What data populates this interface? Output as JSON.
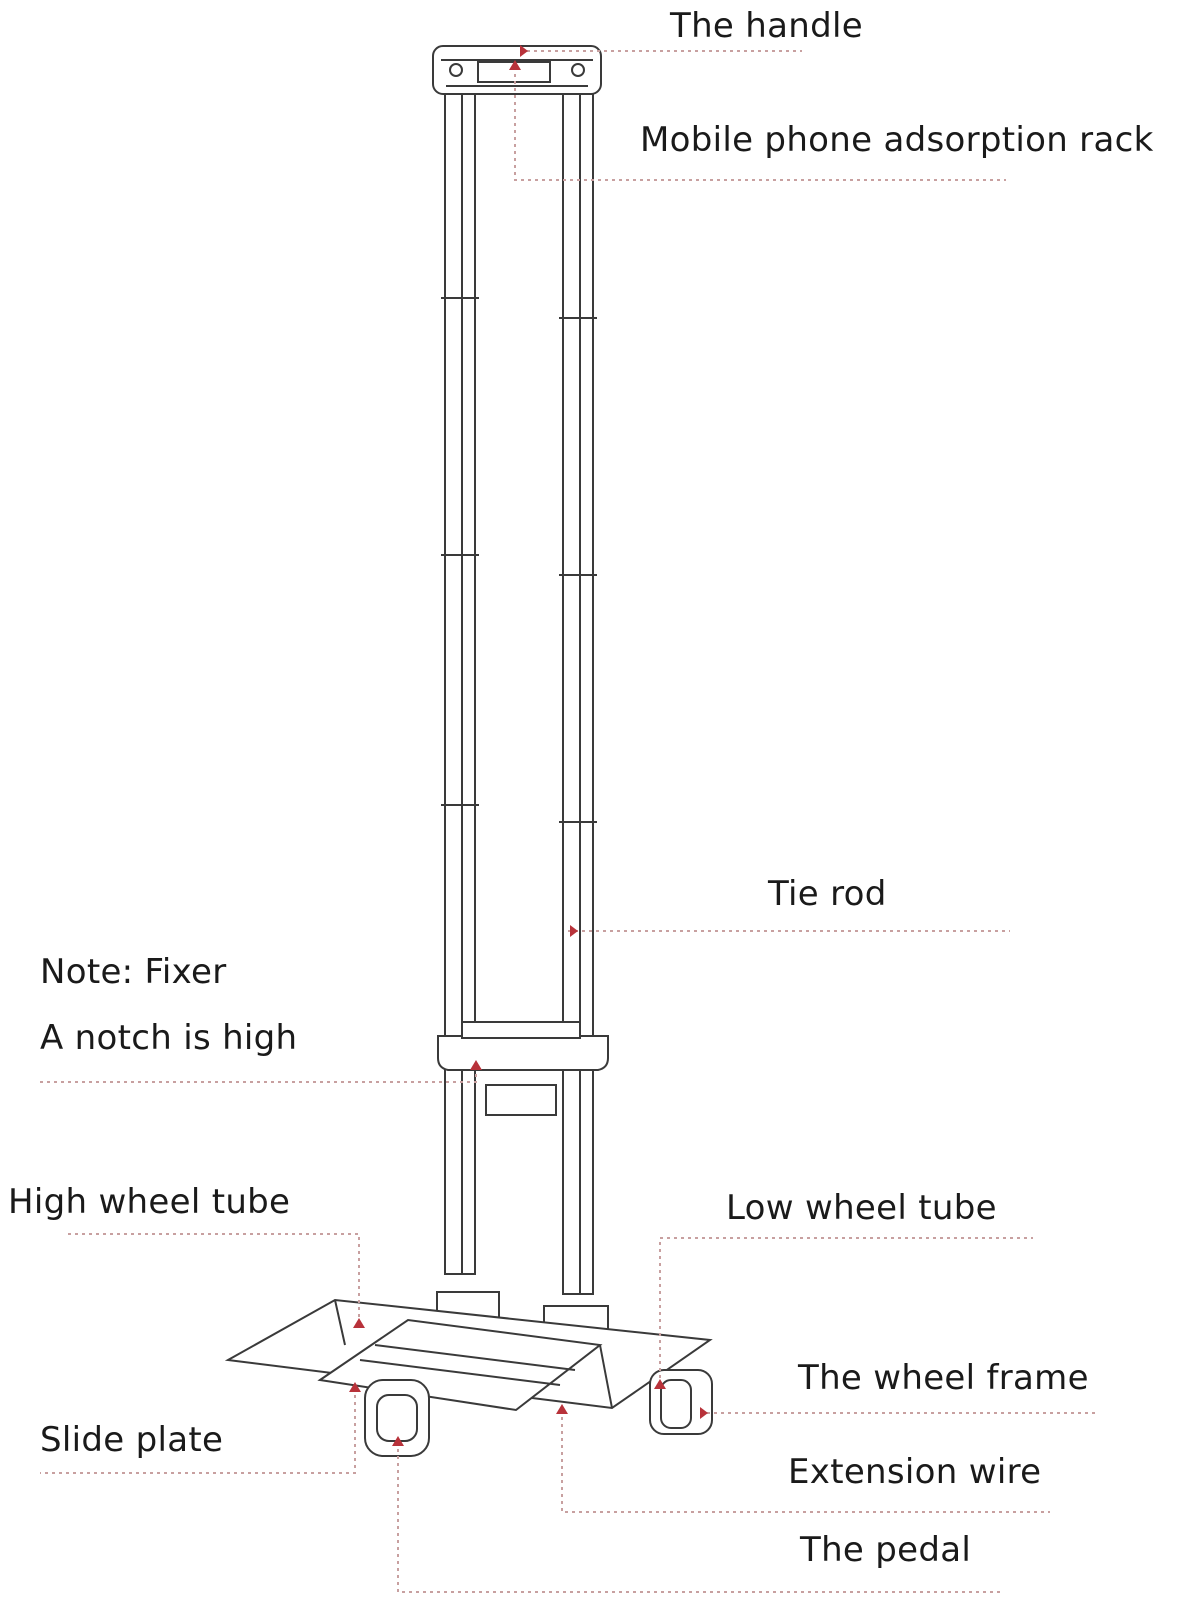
{
  "labels": {
    "handle": "The handle",
    "phone_rack": "Mobile phone adsorption rack",
    "tie_rod": "Tie rod",
    "note_fixer": "Note: Fixer",
    "notch_high": "A notch is high",
    "high_wheel_tube": "High wheel tube",
    "low_wheel_tube": "Low wheel tube",
    "wheel_frame": "The wheel frame",
    "slide_plate": "Slide plate",
    "extension_wire": "Extension wire",
    "pedal": "The pedal"
  },
  "colors": {
    "leader_line": "#c8a0a0",
    "arrow": "#b8323a",
    "outline": "#3a3a3a"
  }
}
